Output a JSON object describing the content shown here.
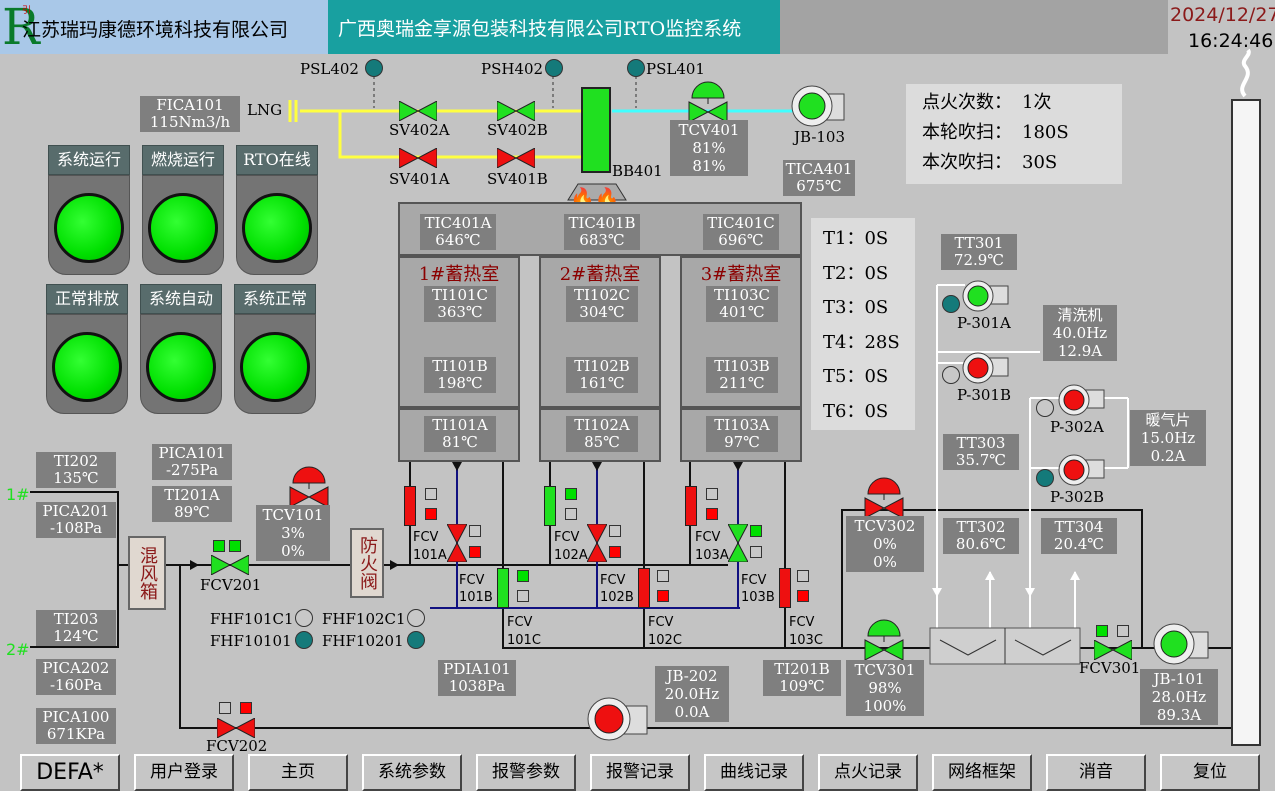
{
  "header": {
    "logo_letter": "R",
    "logo_sup": "引",
    "company": "江苏瑞玛康德环境科技有限公司",
    "system_title": "广西奥瑞金享源包装科技有限公司RTO监控系统",
    "date": "2024/12/27",
    "time": "16:24:46"
  },
  "lamps": [
    {
      "label": "系统运行"
    },
    {
      "label": "燃烧运行"
    },
    {
      "label": "RTO在线"
    },
    {
      "label": "正常排放"
    },
    {
      "label": "系统自动"
    },
    {
      "label": "系统正常"
    }
  ],
  "fica101": {
    "tag": "FICA101",
    "value": "115Nm3/h"
  },
  "lng": "LNG",
  "top": {
    "psl402": "PSL402",
    "psh402": "PSH402",
    "psl401": "PSL401",
    "sv402a": "SV402A",
    "sv402b": "SV402B",
    "sv401a": "SV401A",
    "sv401b": "SV401B",
    "bb401": "BB401",
    "jb103": "JB-103"
  },
  "tcv401": {
    "tag": "TCV401",
    "v1": "81%",
    "v2": "81%"
  },
  "tica401": {
    "tag": "TICA401",
    "value": "675℃"
  },
  "ignition": {
    "count_label": "点火次数：",
    "count": "1次",
    "round_label": "本轮吹扫：",
    "round": "180S",
    "this_label": "本次吹扫：",
    "this": "30S"
  },
  "timers": [
    {
      "label": "T1：",
      "value": "0S"
    },
    {
      "label": "T2：",
      "value": "0S"
    },
    {
      "label": "T3：",
      "value": "0S"
    },
    {
      "label": "T4：",
      "value": "28S"
    },
    {
      "label": "T5：",
      "value": "0S"
    },
    {
      "label": "T6：",
      "value": "0S"
    }
  ],
  "tic401a": {
    "tag": "TIC401A",
    "value": "646℃"
  },
  "tic401b": {
    "tag": "TIC401B",
    "value": "683℃"
  },
  "tic401c": {
    "tag": "TIC401C",
    "value": "696℃"
  },
  "chambers": [
    {
      "title": "1#蓄热室",
      "c": {
        "tag": "TI101C",
        "value": "363℃"
      },
      "b": {
        "tag": "TI101B",
        "value": "198℃"
      },
      "a": {
        "tag": "TI101A",
        "value": "81℃"
      }
    },
    {
      "title": "2#蓄热室",
      "c": {
        "tag": "TI102C",
        "value": "304℃"
      },
      "b": {
        "tag": "TI102B",
        "value": "161℃"
      },
      "a": {
        "tag": "TI102A",
        "value": "85℃"
      }
    },
    {
      "title": "3#蓄热室",
      "c": {
        "tag": "TI103C",
        "value": "401℃"
      },
      "b": {
        "tag": "TI103B",
        "value": "211℃"
      },
      "a": {
        "tag": "TI103A",
        "value": "97℃"
      }
    }
  ],
  "left": {
    "ti202": {
      "tag": "TI202",
      "value": "135℃"
    },
    "pica201": {
      "tag": "PICA201",
      "value": "-108Pa"
    },
    "ti203": {
      "tag": "TI203",
      "value": "124℃"
    },
    "pica202": {
      "tag": "PICA202",
      "value": "-160Pa"
    },
    "pica100": {
      "tag": "PICA100",
      "value": "671KPa"
    },
    "pica101": {
      "tag": "PICA101",
      "value": "-275Pa"
    },
    "ti201a": {
      "tag": "TI201A",
      "value": "89℃"
    },
    "in1": "1#",
    "in2": "2#",
    "mixer": "混风箱",
    "fcv201": "FCV201",
    "fcv202": "FCV202",
    "arrester": "防火阀"
  },
  "tcv101": {
    "tag": "TCV101",
    "v1": "3%",
    "v2": "0%"
  },
  "fhf": {
    "c1": "FHF101C1",
    "c2": "FHF102C1",
    "o1": "FHF10101",
    "o2": "FHF10201"
  },
  "fcv": {
    "f101a": "FCV",
    "f101a2": "101A",
    "f101b": "FCV",
    "f101b2": "101B",
    "f101c": "FCV",
    "f101c2": "101C",
    "f102a": "FCV",
    "f102a2": "102A",
    "f102b": "FCV",
    "f102b2": "102B",
    "f102c": "FCV",
    "f102c2": "102C",
    "f103a": "FCV",
    "f103a2": "103A",
    "f103b": "FCV",
    "f103b2": "103B",
    "f103c": "FCV",
    "f103c2": "103C"
  },
  "pdia101": {
    "tag": "PDIA101",
    "value": "1038Pa"
  },
  "jb202": {
    "tag": "JB-202",
    "v1": "20.0Hz",
    "v2": "0.0A"
  },
  "ti201b": {
    "tag": "TI201B",
    "value": "109℃"
  },
  "tcv302": {
    "tag": "TCV302",
    "v1": "0%",
    "v2": "0%"
  },
  "tcv301": {
    "tag": "TCV301",
    "v1": "98%",
    "v2": "100%"
  },
  "right": {
    "tt301": {
      "tag": "TT301",
      "value": "72.9℃"
    },
    "p301a": "P-301A",
    "p301b": "P-301B",
    "washer": {
      "tag": "清洗机",
      "v1": "40.0Hz",
      "v2": "12.9A"
    },
    "p302a": "P-302A",
    "p302b": "P-302B",
    "heater": {
      "tag": "暖气片",
      "v1": "15.0Hz",
      "v2": "0.2A"
    },
    "tt303": {
      "tag": "TT303",
      "value": "35.7℃"
    },
    "tt302": {
      "tag": "TT302",
      "value": "80.6℃"
    },
    "tt304": {
      "tag": "TT304",
      "value": "20.4℃"
    },
    "fcv301": "FCV301"
  },
  "jb101": {
    "tag": "JB-101",
    "v1": "28.0Hz",
    "v2": "89.3A"
  },
  "nav": [
    "DEFA*",
    "用户登录",
    "主页",
    "系统参数",
    "报警参数",
    "报警记录",
    "曲线记录",
    "点火记录",
    "网络框架",
    "消音",
    "复位"
  ]
}
